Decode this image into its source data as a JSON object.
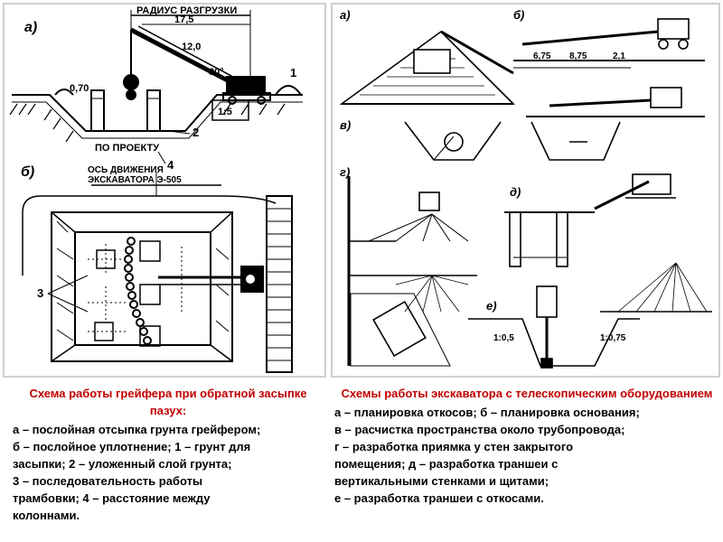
{
  "left": {
    "title": "Схема работы грейфера при обратной засыпке пазух:",
    "lines": [
      "а – послойная отсыпка грунта грейфером;",
      "б – послойное уплотнение; 1 – грунт для",
      "засыпки; 2 – уложенный слой грунта;",
      "3 – последовательность работы",
      "трамбовки; 4 – расстояние между",
      "колоннами."
    ],
    "drawing": {
      "label_a": "а)",
      "label_b": "б)",
      "radius_label": "РАДИУС РАЗГРУЗКИ",
      "dim_175": "17,5",
      "dim_120": "12,0",
      "angle_30": "30°",
      "dim_070": "0,70",
      "num_1": "1",
      "num_2": "2",
      "num_3": "3",
      "num_4": "4",
      "dim_15": "1:5",
      "po_proektu": "ПО ПРОЕКТУ",
      "axis_label": "ОСЬ ДВИЖЕНИЯ",
      "excavator_label": "ЭКСКАВАТОРА Э-505"
    }
  },
  "right": {
    "title": "Схемы работы экскаватора с телескопическим оборудованием",
    "lines": [
      "а – планировка откосов; б – планировка основания;",
      "в – расчистка пространства около трубопровода;",
      "г – разработка приямка у стен закрытого",
      "помещения; д – разработка траншеи с",
      "вертикальными стенками и щитами;",
      "е – разработка траншеи с откосами."
    ],
    "drawing": {
      "label_a": "а)",
      "label_b": "б)",
      "label_v": "в)",
      "label_g": "г)",
      "label_d": "д)",
      "label_e": "е)",
      "dim_b1": "6,75",
      "dim_b2": "8,75",
      "dim_b3": "2,1",
      "dim_e1": "1:0,5",
      "dim_e2": "1:0,75"
    }
  }
}
